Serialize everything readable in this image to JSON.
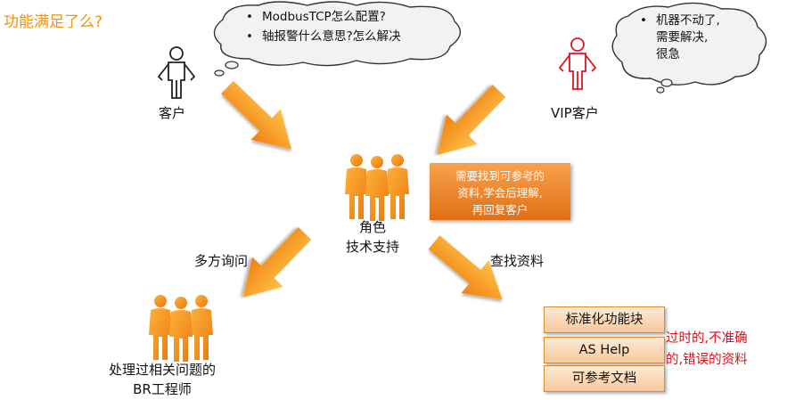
{
  "title": "功能满足了么?",
  "customer": {
    "label": "客户",
    "questions": [
      "ModbusTCP怎么配置?",
      "轴报警什么意思?怎么解决"
    ]
  },
  "vip": {
    "label": "VIP客户",
    "request": [
      "机器不动了,",
      "需要解决,",
      "很急"
    ]
  },
  "support": {
    "label_line1": "角色",
    "label_line2": "技术支持",
    "note": [
      "需要找到可参考的",
      "资料,学会后理解,",
      "再回复客户"
    ]
  },
  "edges": {
    "ask": "多方询问",
    "search": "查找资料"
  },
  "engineers": {
    "label_line1": "处理过相关问题的",
    "label_line2": "BR工程师"
  },
  "resources": {
    "items": [
      "标准化功能块",
      "AS Help",
      "可参考文档"
    ],
    "note": [
      "过时的,不准确",
      "的,错误的资料"
    ]
  },
  "bullet_glyph": "•",
  "colors": {
    "accent": "#f0930f",
    "vip": "#e0141e",
    "arrow": "#f39a1c",
    "warning": "#d9101a"
  }
}
